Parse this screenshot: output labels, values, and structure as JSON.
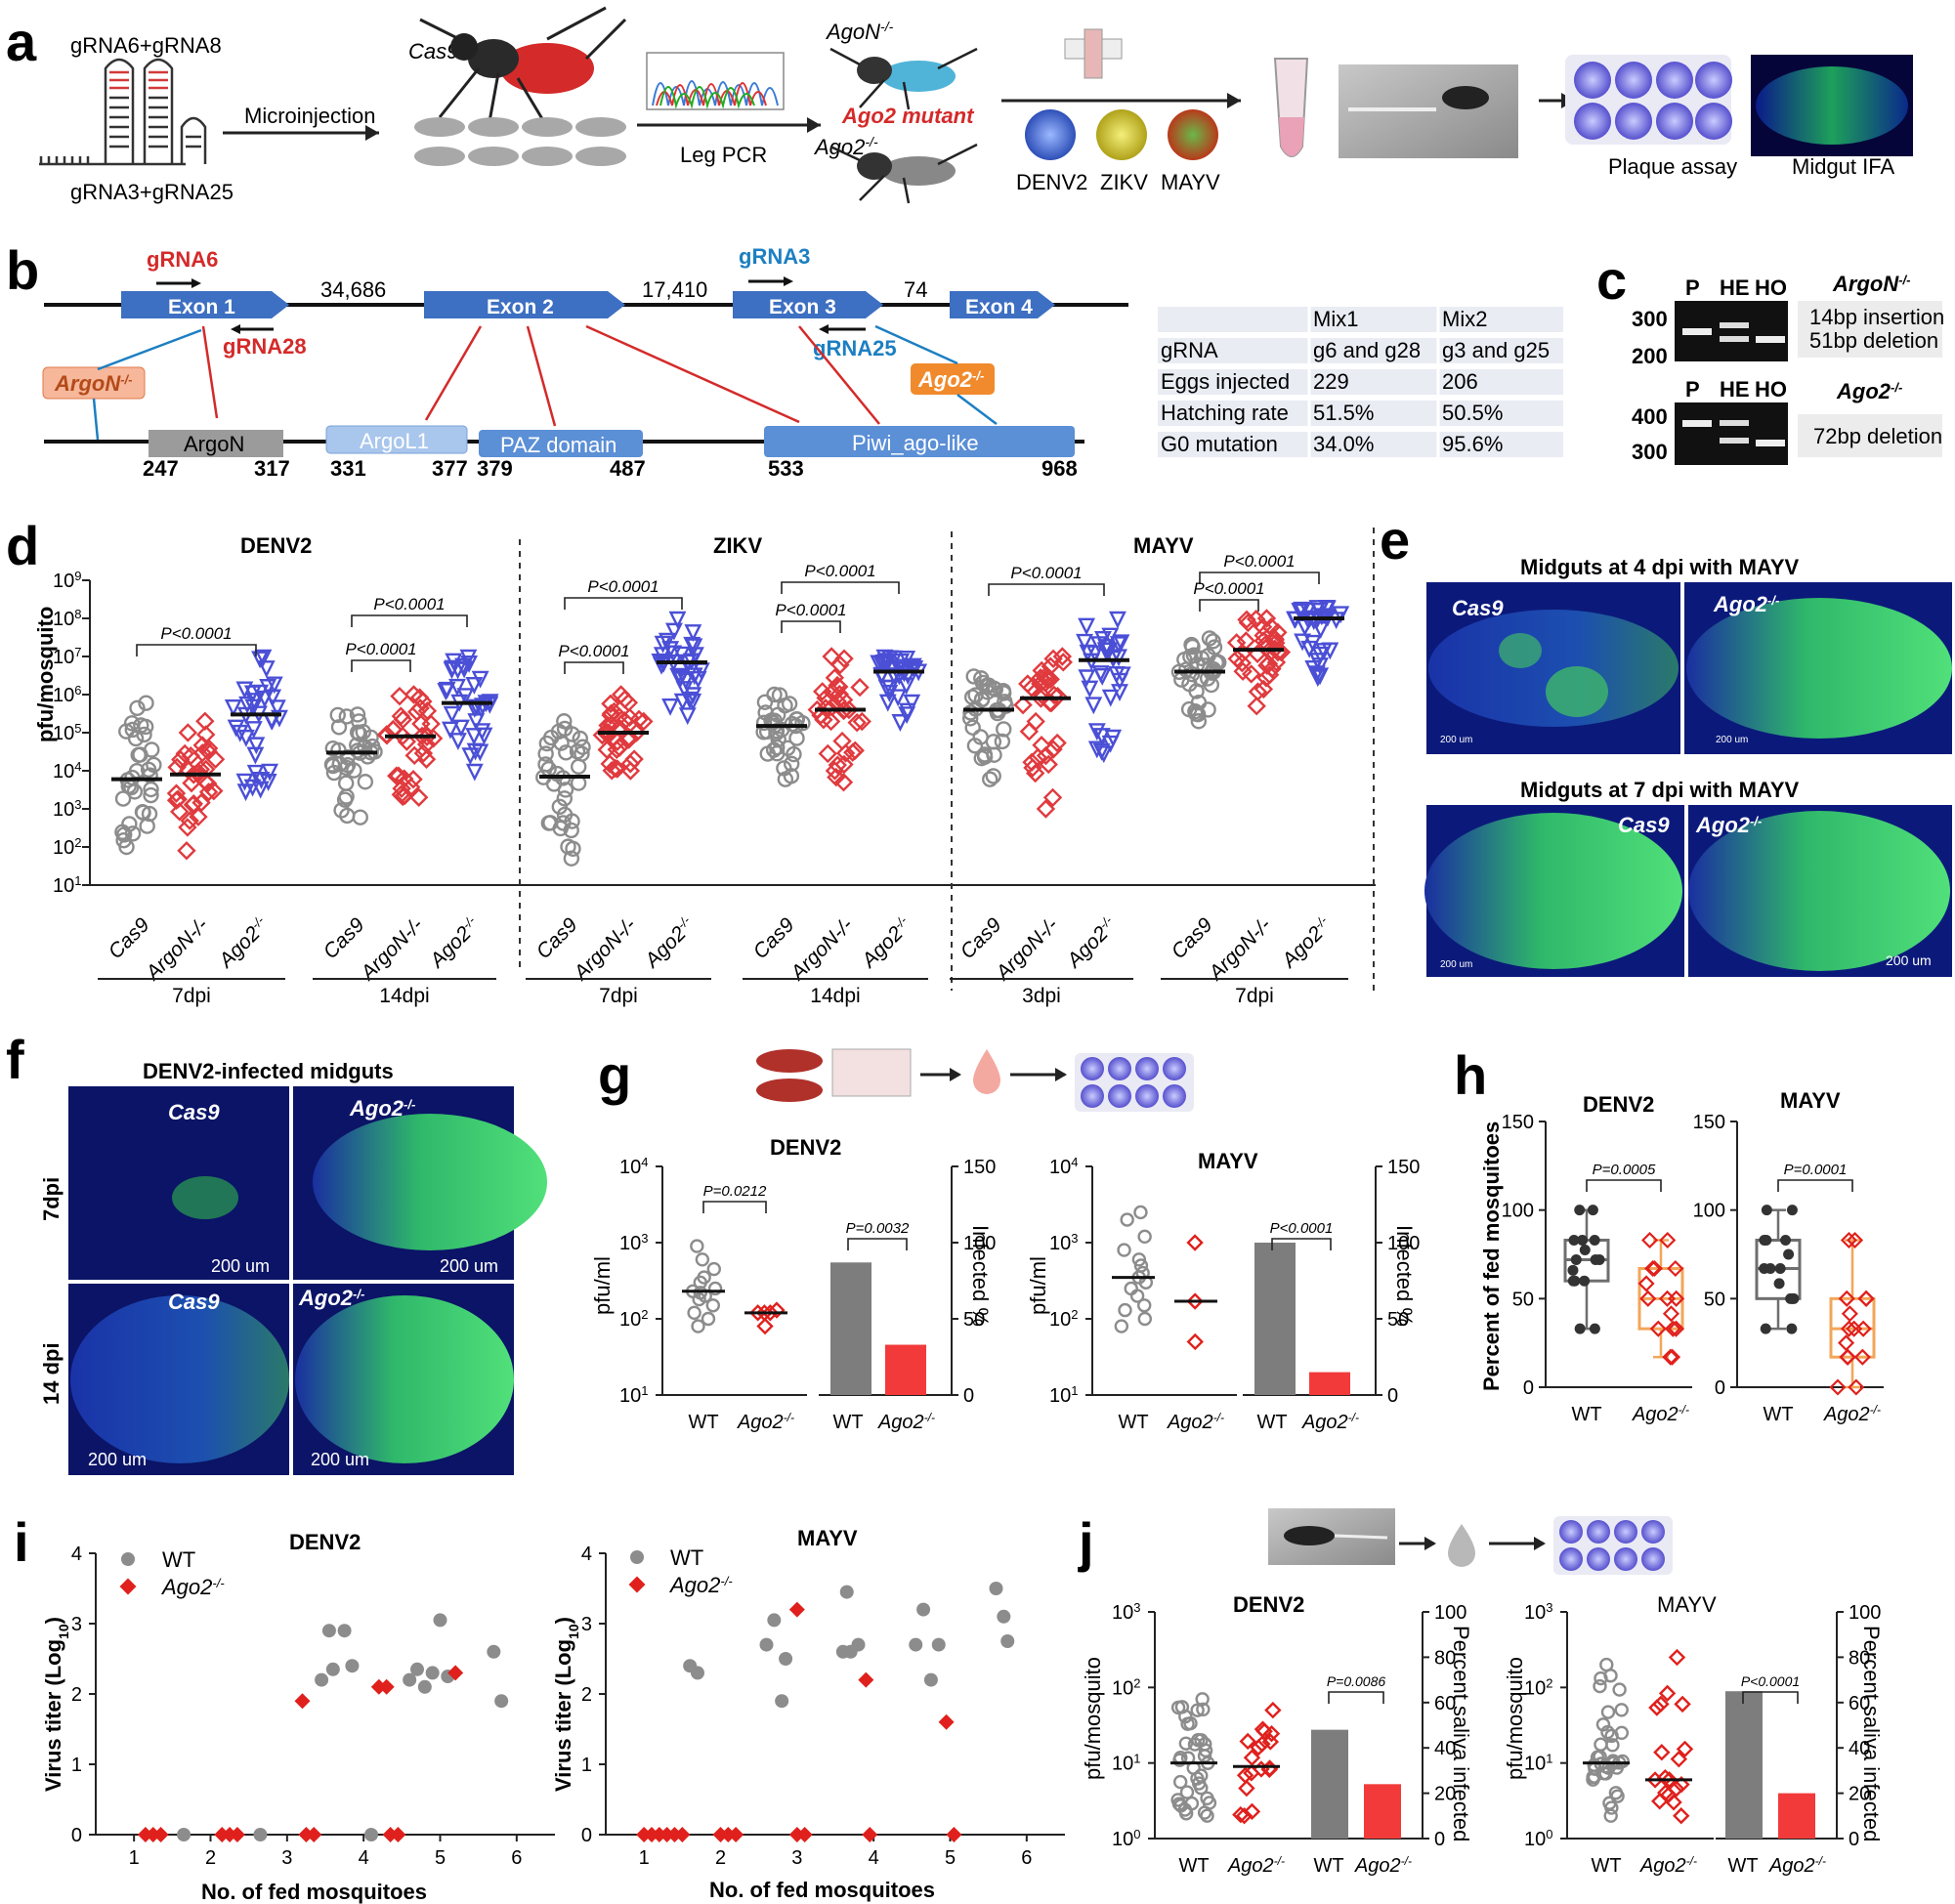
{
  "panel_letters": {
    "a": "a",
    "b": "b",
    "c": "c",
    "d": "d",
    "e": "e",
    "f": "f",
    "g": "g",
    "h": "h",
    "i": "i",
    "j": "j"
  },
  "panel_a": {
    "grna_top": "gRNA6+gRNA8",
    "grna_bottom": "gRNA3+gRNA25",
    "microinjection": "Microinjection",
    "cas9": "Cas9",
    "leg_pcr": "Leg PCR",
    "agon": "AgoN",
    "agon_sup": "-/-",
    "ago2_mutant": "Ago2 mutant",
    "ago2": "Ago2",
    "ago2_sup": "-/-",
    "viruses": [
      "DENV2",
      "ZIKV",
      "MAYV"
    ],
    "plaque_assay": "Plaque assay",
    "midgut_ifa": "Midgut IFA"
  },
  "panel_b": {
    "exons": [
      "Exon 1",
      "Exon 2",
      "Exon 3",
      "Exon 4"
    ],
    "intron_lengths": [
      "34,686",
      "17,410",
      "74"
    ],
    "grna6": "gRNA6",
    "grna28": "gRNA28",
    "grna3": "gRNA3",
    "grna25": "gRNA25",
    "argon_mut": "ArgoN",
    "argon_mut_sup": "-/-",
    "ago2_mut": "Ago2",
    "ago2_mut_sup": "-/-",
    "domains": [
      "ArgoN",
      "ArgoL1",
      "PAZ domain",
      "Piwi_ago-like"
    ],
    "positions": [
      "247",
      "317",
      "331",
      "377",
      "379",
      "487",
      "533",
      "968"
    ],
    "table_header": [
      "",
      "Mix1",
      "Mix2"
    ],
    "table_rows": [
      [
        "gRNA",
        "g6 and g28",
        "g3 and g25"
      ],
      [
        "Eggs injected",
        "229",
        "206"
      ],
      [
        "Hatching rate",
        "51.5%",
        "50.5%"
      ],
      [
        "G0 mutation",
        "34.0%",
        "95.6%"
      ]
    ]
  },
  "panel_c": {
    "lanes": [
      "P",
      "HE",
      "HO"
    ],
    "argon_label": "ArgoN",
    "argon_sup": "-/-",
    "argon_note1": "14bp insertion",
    "argon_note2": "51bp deletion",
    "ago2_label": "Ago2",
    "ago2_sup": "-/-",
    "ago2_note": "72bp deletion",
    "markers_top": [
      "300",
      "200"
    ],
    "markers_bottom": [
      "400",
      "300"
    ]
  },
  "panel_d": {
    "ylabel": "pfu/mosquito",
    "yticks": [
      "10",
      "10",
      "10",
      "10",
      "10",
      "10",
      "10",
      "10",
      "10"
    ],
    "yexp": [
      "1",
      "2",
      "3",
      "4",
      "5",
      "6",
      "7",
      "8",
      "9"
    ],
    "viruses": [
      "DENV2",
      "ZIKV",
      "MAYV"
    ],
    "groups": [
      "Cas9",
      "ArgoN-/-",
      "Ago2"
    ],
    "group_sup": "-/-",
    "timepoints": [
      "7dpi",
      "14dpi",
      "7dpi",
      "14dpi",
      "3dpi",
      "7dpi"
    ],
    "pvalue": "P<0.0001",
    "colors": {
      "cas9": "#8c8c8c",
      "argon": "#e03a3e",
      "ago2": "#4a4fd6"
    }
  },
  "panel_e": {
    "title_top": "Midguts at 4 dpi with MAYV",
    "title_bottom": "Midguts at 7 dpi with MAYV",
    "cas9": "Cas9",
    "ago2": "Ago2",
    "ago2_sup": "-/-",
    "scale": "200 um"
  },
  "panel_f": {
    "title": "DENV2-infected midguts",
    "row1": "7dpi",
    "row2": "14 dpi",
    "cas9": "Cas9",
    "ago2": "Ago2",
    "ago2_sup": "-/-",
    "scale": "200 um"
  },
  "panel_g": {
    "denv2": "DENV2",
    "mayv": "MAYV",
    "ylabel": "pfu/ml",
    "y2label": "Infected %",
    "wt": "WT",
    "ago2": "Ago2",
    "ago2_sup": "-/-",
    "p_denv_titer": "P=0.0212",
    "p_denv_pct": "P=0.0032",
    "p_mayv_pct": "P<0.0001",
    "yticks": [
      "10",
      "10",
      "10",
      "10"
    ],
    "yexp": [
      "1",
      "2",
      "3",
      "4"
    ],
    "y2ticks": [
      "0",
      "50",
      "100",
      "150"
    ]
  },
  "panel_h": {
    "ylabel": "Percent of fed mosquitoes",
    "denv2": "DENV2",
    "mayv": "MAYV",
    "p_denv": "P=0.0005",
    "p_mayv": "P=0.0001",
    "wt": "WT",
    "ago2": "Ago2",
    "ago2_sup": "-/-",
    "yticks": [
      "0",
      "50",
      "100",
      "150"
    ]
  },
  "panel_i": {
    "denv2": "DENV2",
    "mayv": "MAYV",
    "ylabel": "Virus titer (Log",
    "ylabel_sub": "10",
    "xlabel": "No. of fed mosquitoes",
    "legend_wt": "WT",
    "legend_ago2": "Ago2",
    "legend_sup": "-/-",
    "xticks": [
      "1",
      "2",
      "3",
      "4",
      "5",
      "6"
    ],
    "yticks": [
      "0",
      "1",
      "2",
      "3",
      "4"
    ]
  },
  "panel_j": {
    "denv2": "DENV2",
    "mayv": "MAYV",
    "ylabel": "pfu/mosquito",
    "y2label": "Percent saliva infected",
    "wt": "WT",
    "ago2": "Ago2",
    "ago2_sup": "-/-",
    "p_denv": "P=0.0086",
    "p_mayv": "P<0.0001",
    "yticks": [
      "10",
      "10",
      "10",
      "10"
    ],
    "yexp": [
      "0",
      "1",
      "2",
      "3"
    ],
    "y2ticks": [
      "0",
      "20",
      "40",
      "60",
      "80",
      "100"
    ]
  },
  "chart_data": [
    {
      "type": "scatter",
      "panel": "d",
      "ylabel": "pfu/mosquito",
      "yscale": "log",
      "ylim": [
        10,
        1000000000
      ],
      "series": [
        {
          "name": "Cas9",
          "virus": "DENV2",
          "time": "7dpi",
          "median": 6000,
          "min": 100,
          "max": 600000
        },
        {
          "name": "ArgoN-/-",
          "virus": "DENV2",
          "time": "7dpi",
          "median": 8000,
          "min": 80,
          "max": 200000
        },
        {
          "name": "Ago2-/-",
          "virus": "DENV2",
          "time": "7dpi",
          "median": 300000,
          "min": 3000,
          "max": 10000000
        },
        {
          "name": "Cas9",
          "virus": "DENV2",
          "time": "14dpi",
          "median": 30000,
          "min": 600,
          "max": 300000
        },
        {
          "name": "ArgoN-/-",
          "virus": "DENV2",
          "time": "14dpi",
          "median": 80000,
          "min": 2000,
          "max": 1000000
        },
        {
          "name": "Ago2-/-",
          "virus": "DENV2",
          "time": "14dpi",
          "median": 600000,
          "min": 10000,
          "max": 10000000
        },
        {
          "name": "Cas9",
          "virus": "ZIKV",
          "time": "7dpi",
          "median": 7000,
          "min": 50,
          "max": 200000
        },
        {
          "name": "ArgoN-/-",
          "virus": "ZIKV",
          "time": "7dpi",
          "median": 100000,
          "min": 10000,
          "max": 1000000
        },
        {
          "name": "Ago2-/-",
          "virus": "ZIKV",
          "time": "7dpi",
          "median": 7000000,
          "min": 300000,
          "max": 100000000
        },
        {
          "name": "Cas9",
          "virus": "ZIKV",
          "time": "14dpi",
          "median": 150000,
          "min": 6000,
          "max": 1000000
        },
        {
          "name": "ArgoN-/-",
          "virus": "ZIKV",
          "time": "14dpi",
          "median": 400000,
          "min": 5000,
          "max": 10000000
        },
        {
          "name": "Ago2-/-",
          "virus": "ZIKV",
          "time": "14dpi",
          "median": 4000000,
          "min": 200000,
          "max": 10000000
        },
        {
          "name": "Cas9",
          "virus": "MAYV",
          "time": "3dpi",
          "median": 400000,
          "min": 6000,
          "max": 3000000
        },
        {
          "name": "ArgoN-/-",
          "virus": "MAYV",
          "time": "3dpi",
          "median": 800000,
          "min": 1000,
          "max": 10000000
        },
        {
          "name": "Ago2-/-",
          "virus": "MAYV",
          "time": "3dpi",
          "median": 8000000,
          "min": 30000,
          "max": 100000000
        },
        {
          "name": "Cas9",
          "virus": "MAYV",
          "time": "7dpi",
          "median": 4000000,
          "min": 200000,
          "max": 30000000
        },
        {
          "name": "ArgoN-/-",
          "virus": "MAYV",
          "time": "7dpi",
          "median": 15000000,
          "min": 500000,
          "max": 100000000
        },
        {
          "name": "Ago2-/-",
          "virus": "MAYV",
          "time": "7dpi",
          "median": 100000000,
          "min": 3000000,
          "max": 200000000
        }
      ]
    },
    {
      "type": "scatter",
      "panel": "g",
      "title": "DENV2",
      "ylabel": "pfu/ml",
      "yscale": "log",
      "ylim": [
        10,
        10000
      ],
      "series": [
        {
          "name": "WT",
          "values": [
            900,
            600,
            450,
            350,
            300,
            250,
            230,
            220,
            200,
            180,
            150,
            120,
            100,
            80
          ]
        },
        {
          "name": "Ago2-/-",
          "values": [
            130,
            120,
            120,
            120,
            80
          ]
        }
      ]
    },
    {
      "type": "bar",
      "panel": "g",
      "title": "DENV2",
      "ylabel": "Infected %",
      "categories": [
        "WT",
        "Ago2-/-"
      ],
      "values": [
        87,
        33
      ],
      "ylim": [
        0,
        150
      ]
    },
    {
      "type": "scatter",
      "panel": "g",
      "title": "MAYV",
      "ylabel": "pfu/ml",
      "yscale": "log",
      "ylim": [
        10,
        10000
      ],
      "series": [
        {
          "name": "WT",
          "values": [
            2500,
            2000,
            1200,
            800,
            600,
            500,
            400,
            350,
            300,
            250,
            200,
            150,
            130,
            100,
            80
          ]
        },
        {
          "name": "Ago2-/-",
          "values": [
            1000,
            170,
            50
          ]
        }
      ]
    },
    {
      "type": "bar",
      "panel": "g",
      "title": "MAYV",
      "ylabel": "Infected %",
      "categories": [
        "WT",
        "Ago2-/-"
      ],
      "values": [
        100,
        15
      ],
      "ylim": [
        0,
        150
      ]
    },
    {
      "type": "box",
      "panel": "h",
      "title": "DENV2",
      "ylabel": "Percent of fed mosquitoes",
      "ylim": [
        0,
        150
      ],
      "categories": [
        "WT",
        "Ago2-/-"
      ],
      "boxes": [
        {
          "min": 33,
          "q1": 60,
          "median": 72,
          "q3": 83,
          "max": 100
        },
        {
          "min": 17,
          "q1": 33,
          "median": 50,
          "q3": 67,
          "max": 83
        }
      ]
    },
    {
      "type": "box",
      "panel": "h",
      "title": "MAYV",
      "ylabel": "Percent of fed mosquitoes",
      "ylim": [
        0,
        150
      ],
      "categories": [
        "WT",
        "Ago2-/-"
      ],
      "boxes": [
        {
          "min": 33,
          "q1": 50,
          "median": 67,
          "q3": 83,
          "max": 100
        },
        {
          "min": 0,
          "q1": 17,
          "median": 33,
          "q3": 50,
          "max": 83
        }
      ]
    },
    {
      "type": "scatter",
      "panel": "i",
      "title": "DENV2",
      "xlabel": "No. of fed mosquitoes",
      "ylabel": "Virus titer (Log10)",
      "xlim": [
        0.5,
        6.5
      ],
      "ylim": [
        0,
        4
      ],
      "series": [
        {
          "name": "WT",
          "points": [
            [
              1.65,
              0
            ],
            [
              2.65,
              0
            ],
            [
              3.45,
              2.2
            ],
            [
              3.55,
              2.9
            ],
            [
              3.6,
              2.35
            ],
            [
              3.75,
              2.9
            ],
            [
              3.85,
              2.4
            ],
            [
              4.1,
              0
            ],
            [
              4.6,
              2.2
            ],
            [
              4.7,
              2.35
            ],
            [
              4.8,
              2.1
            ],
            [
              4.9,
              2.3
            ],
            [
              5.0,
              3.05
            ],
            [
              5.1,
              2.25
            ],
            [
              5.7,
              2.6
            ],
            [
              5.8,
              1.9
            ]
          ]
        },
        {
          "name": "Ago2-/-",
          "points": [
            [
              1.15,
              0
            ],
            [
              1.25,
              0
            ],
            [
              1.35,
              0
            ],
            [
              2.15,
              0
            ],
            [
              2.25,
              0
            ],
            [
              2.35,
              0
            ],
            [
              3.2,
              1.9
            ],
            [
              3.25,
              0
            ],
            [
              3.35,
              0
            ],
            [
              4.2,
              2.1
            ],
            [
              4.3,
              2.1
            ],
            [
              4.35,
              0
            ],
            [
              4.45,
              0
            ],
            [
              5.2,
              2.3
            ]
          ]
        }
      ]
    },
    {
      "type": "scatter",
      "panel": "i",
      "title": "MAYV",
      "xlabel": "No. of fed mosquitoes",
      "ylabel": "Virus titer (Log10)",
      "xlim": [
        0.5,
        6.5
      ],
      "ylim": [
        0,
        4
      ],
      "series": [
        {
          "name": "WT",
          "points": [
            [
              1.6,
              2.4
            ],
            [
              1.7,
              2.3
            ],
            [
              2.6,
              2.7
            ],
            [
              2.7,
              3.05
            ],
            [
              2.8,
              1.9
            ],
            [
              2.85,
              2.5
            ],
            [
              3.6,
              2.6
            ],
            [
              3.65,
              3.45
            ],
            [
              3.7,
              2.6
            ],
            [
              3.8,
              2.7
            ],
            [
              4.55,
              2.7
            ],
            [
              4.65,
              3.2
            ],
            [
              4.75,
              2.2
            ],
            [
              4.85,
              2.7
            ],
            [
              5.6,
              3.5
            ],
            [
              5.75,
              2.75
            ],
            [
              5.7,
              3.1
            ]
          ]
        },
        {
          "name": "Ago2-/-",
          "points": [
            [
              1.0,
              0
            ],
            [
              1.1,
              0
            ],
            [
              1.2,
              0
            ],
            [
              1.3,
              0
            ],
            [
              1.4,
              0
            ],
            [
              1.5,
              0
            ],
            [
              2.0,
              0
            ],
            [
              2.1,
              0
            ],
            [
              2.2,
              0
            ],
            [
              3.0,
              3.2
            ],
            [
              3.0,
              0
            ],
            [
              3.1,
              0
            ],
            [
              3.9,
              2.2
            ],
            [
              3.95,
              0
            ],
            [
              4.95,
              1.6
            ],
            [
              5.05,
              0
            ]
          ]
        }
      ]
    },
    {
      "type": "scatter",
      "panel": "j",
      "title": "DENV2",
      "ylabel": "pfu/mosquito",
      "yscale": "log",
      "ylim": [
        1,
        1000
      ],
      "series": [
        {
          "name": "WT",
          "median": 10,
          "min": 2,
          "max": 70
        },
        {
          "name": "Ago2-/-",
          "median": 9,
          "min": 2,
          "max": 50
        }
      ]
    },
    {
      "type": "bar",
      "panel": "j",
      "title": "DENV2",
      "ylabel": "Percent saliva infected",
      "categories": [
        "WT",
        "Ago2-/-"
      ],
      "values": [
        48,
        24
      ],
      "ylim": [
        0,
        100
      ]
    },
    {
      "type": "scatter",
      "panel": "j",
      "title": "MAYV",
      "ylabel": "pfu/mosquito",
      "yscale": "log",
      "ylim": [
        1,
        1000
      ],
      "series": [
        {
          "name": "WT",
          "median": 10,
          "min": 2,
          "max": 200
        },
        {
          "name": "Ago2-/-",
          "median": 6,
          "min": 2,
          "max": 250
        }
      ]
    },
    {
      "type": "bar",
      "panel": "j",
      "title": "MAYV",
      "ylabel": "Percent saliva infected",
      "categories": [
        "WT",
        "Ago2-/-"
      ],
      "values": [
        65,
        20
      ],
      "ylim": [
        0,
        100
      ]
    }
  ]
}
